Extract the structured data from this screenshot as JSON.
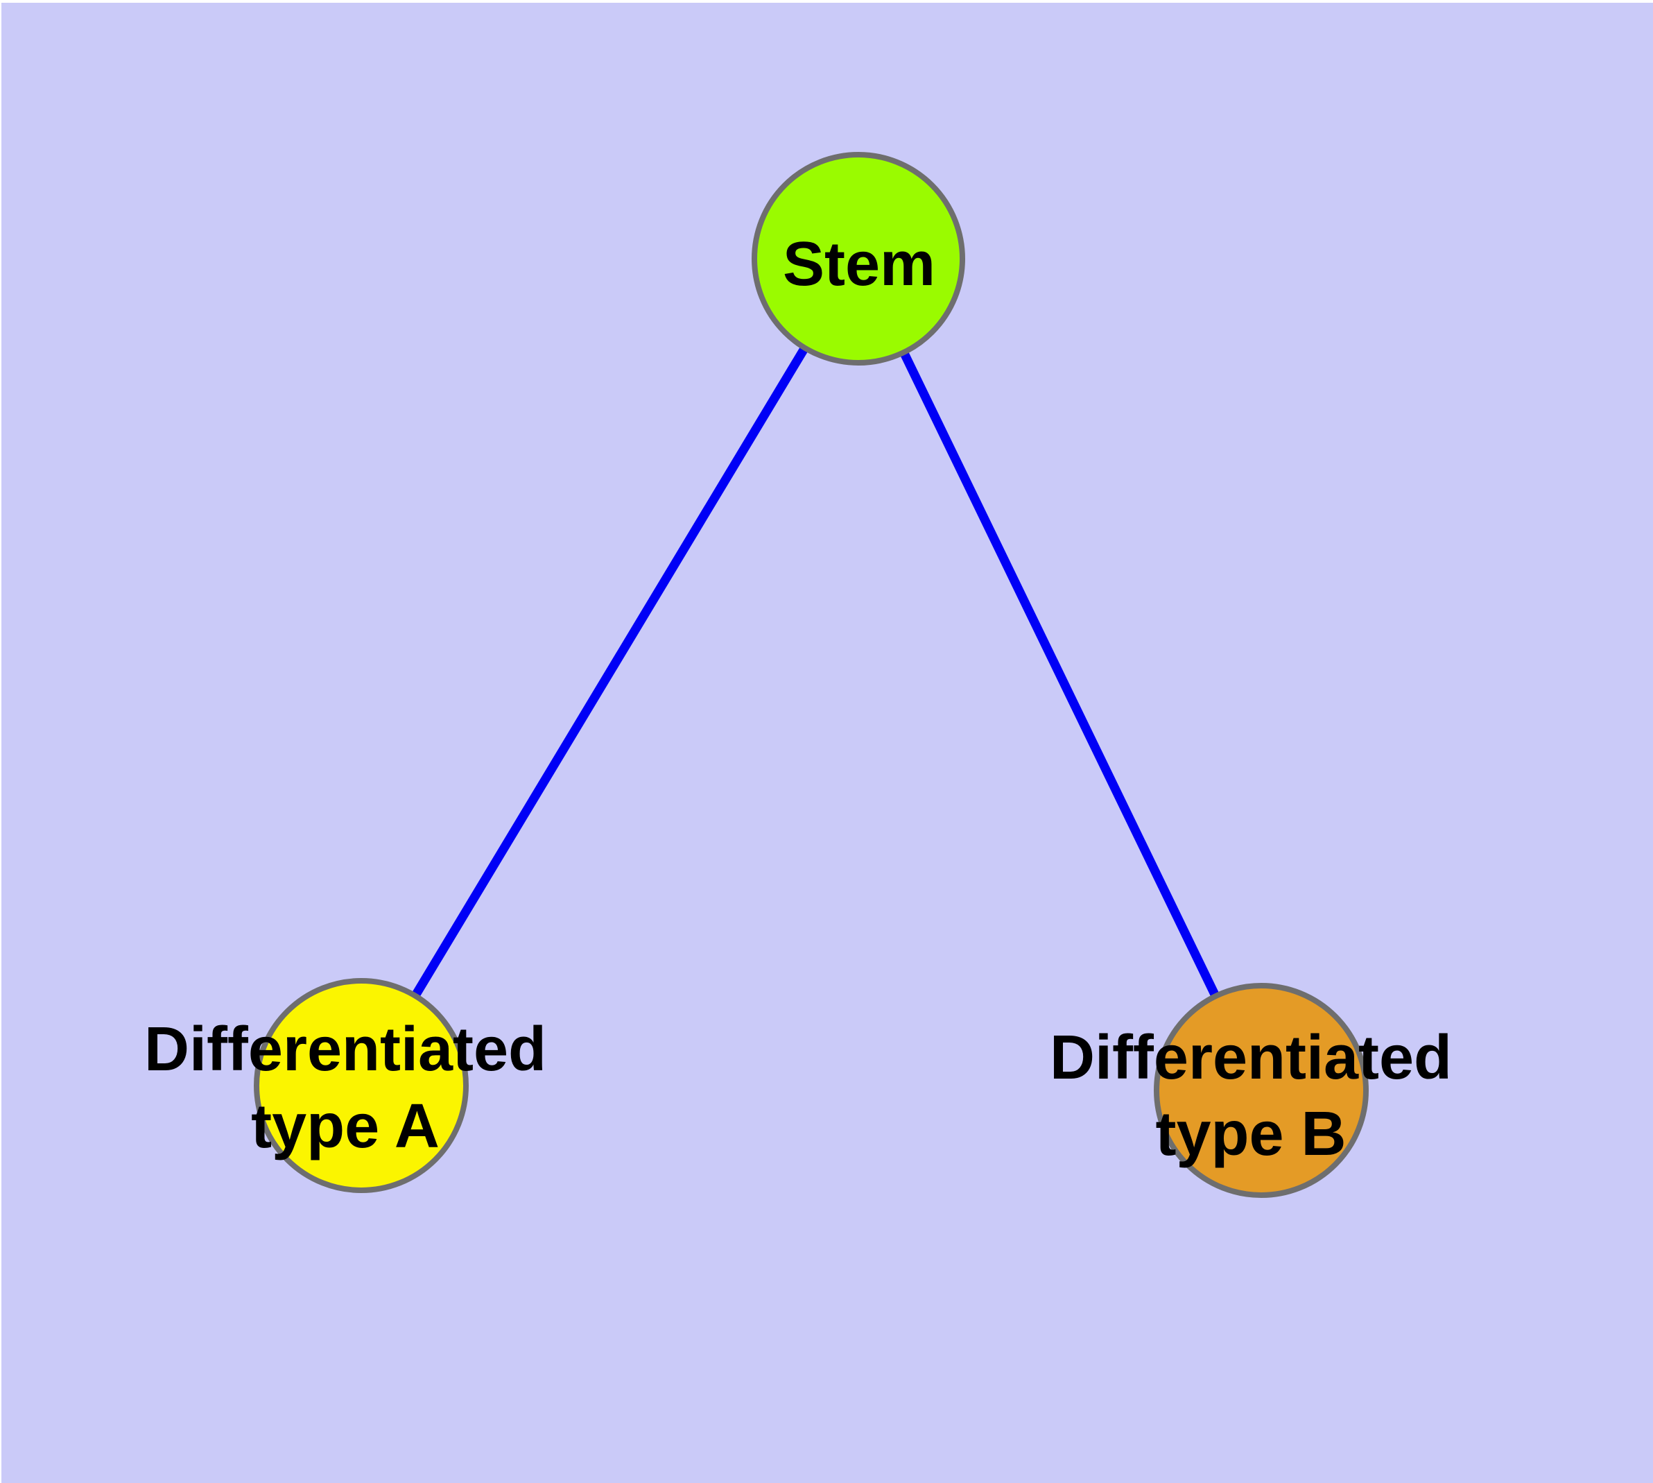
{
  "diagram": {
    "background_color": "#CACAF8",
    "margin_color": "#FFFFFF",
    "text_color": "#000000",
    "node_border_color": "#6E6E6E",
    "edge_color": "#0000F6",
    "nodes": [
      {
        "id": "stem",
        "label": "Stem",
        "fill": "#9AFB00"
      },
      {
        "id": "type_a",
        "label": "Differentiated type A",
        "label_line1": "Differentiated",
        "label_line2": "type A",
        "fill": "#FBF500"
      },
      {
        "id": "type_b",
        "label": "Differentiated type B",
        "label_line1": "Differentiated",
        "label_line2": "type B",
        "fill": "#E49B26"
      }
    ],
    "edges": [
      {
        "from": "Stem",
        "to": "Differentiated type A"
      },
      {
        "from": "Stem",
        "to": "Differentiated type B"
      }
    ]
  }
}
